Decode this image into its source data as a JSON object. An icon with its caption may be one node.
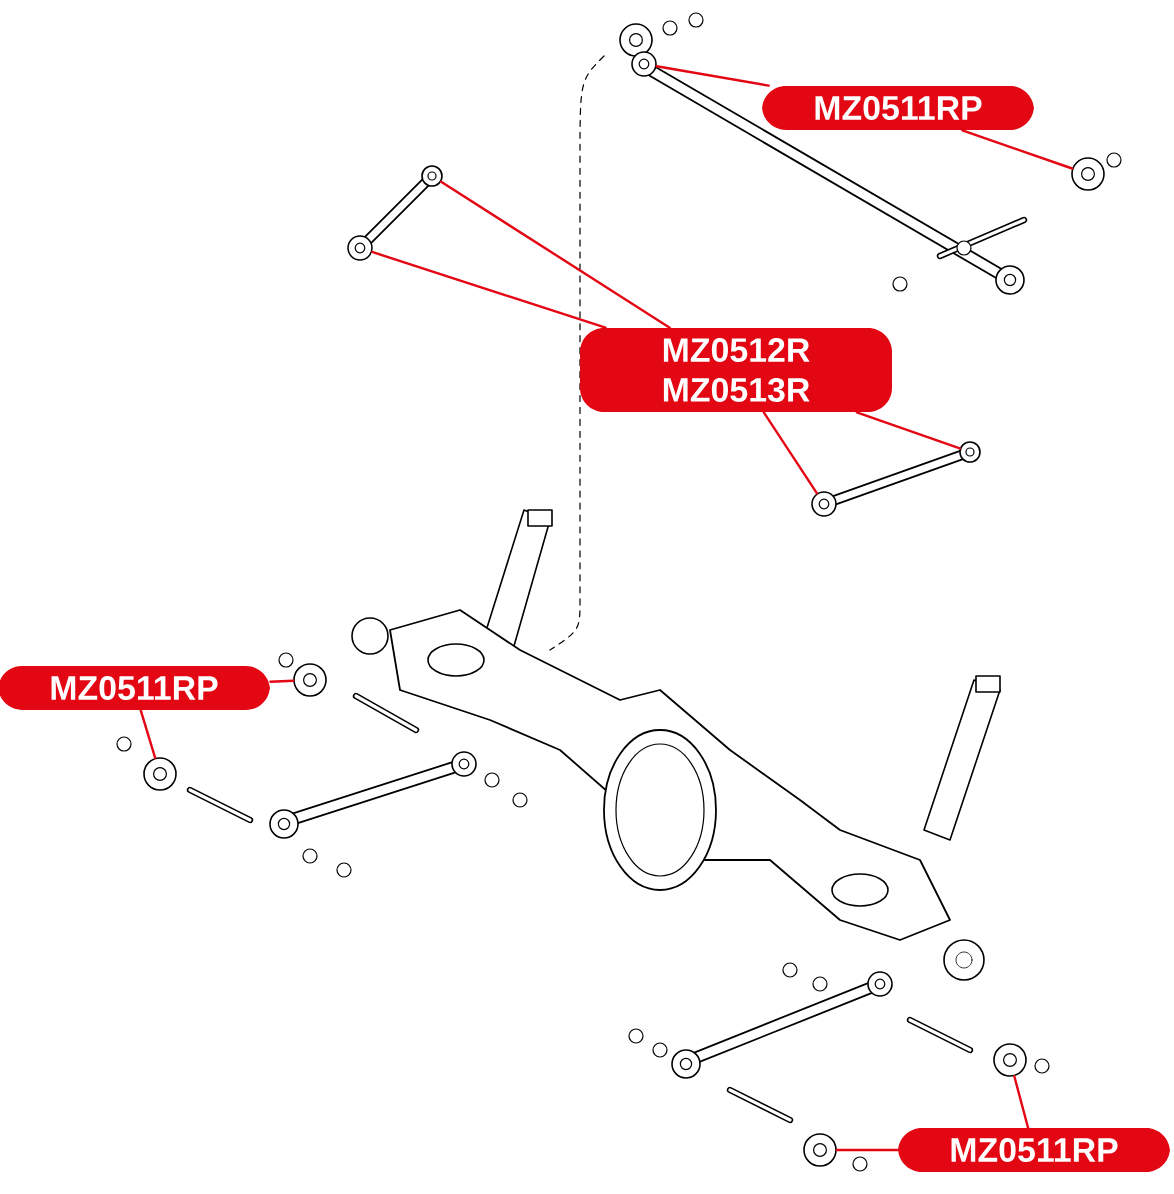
{
  "diagram": {
    "nodes": [
      {
        "text": [
          "MZ0511RP"
        ]
      },
      {
        "text": [
          "MZ0512R MZ0513R"
        ]
      },
      {
        "text": [
          "MZ0511RP"
        ]
      },
      {
        "text": [
          "MZ0511RP"
        ]
      },
      {
        "text": [],
        "shape": "picture"
      },
      {
        "text": [],
        "shape": "picture"
      },
      {
        "text": [],
        "shape": "picture"
      },
      {
        "text": [],
        "shape": "picture"
      },
      {
        "text": [],
        "shape": "picture"
      },
      {
        "text": [],
        "shape": "picture"
      },
      {
        "text": [],
        "shape": "picture"
      },
      {
        "text": [],
        "shape": "picture"
      },
      {
        "text": [],
        "shape": "picture"
      },
      {
        "text": [],
        "shape": "picture"
      }
    ],
    "edges": [
      {
        "from": 0,
        "to": 4,
        "arrow": "none"
      },
      {
        "from": 0,
        "to": 5,
        "arrow": "none"
      },
      {
        "from": 1,
        "to": 6,
        "arrow": "none"
      },
      {
        "from": 1,
        "to": 7,
        "arrow": "none"
      },
      {
        "from": 1,
        "to": 8,
        "arrow": "none"
      },
      {
        "from": 1,
        "to": 9,
        "arrow": "none"
      },
      {
        "from": 2,
        "to": 10,
        "arrow": "none"
      },
      {
        "from": 2,
        "to": 11,
        "arrow": "none"
      },
      {
        "from": 3,
        "to": 12,
        "arrow": "none"
      },
      {
        "from": 3,
        "to": 13,
        "arrow": "none"
      }
    ]
  }
}
